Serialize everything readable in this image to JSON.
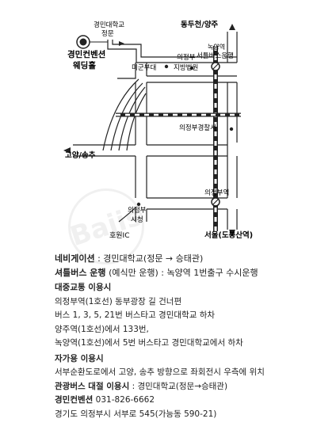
{
  "map": {
    "venue_name_line1": "경민컨벤션",
    "venue_name_line2": "웨딩홀",
    "univ_gate_line1": "경민대학교",
    "univ_gate_line2": "정문",
    "dongducheon": "동두천/양주",
    "nogyang_line1": "녹양역",
    "nogyang_line2": "서틀버스운행",
    "court_line1": "의정부",
    "court_line2": "지방법원",
    "army": "미군부대",
    "police": "의정부경찰서",
    "goyang": "고양/송추",
    "uijeongbu_station": "의정부역",
    "cityhall_line1": "의정부",
    "cityhall_line2": "시청",
    "homewon": "호원IC",
    "seoul": "서울(도봉산역)",
    "watermark": "Bajis"
  },
  "info": {
    "nav_label": "네비게이션",
    "nav_value": " : 경민대학교(정문 → 승태관)",
    "shuttle_label": "셔틀버스 운행",
    "shuttle_value": "(예식만 운행) : 녹양역 1번출구 수시운행",
    "transit_title": "대중교통 이용시",
    "transit_1": "의정부역(1호선) 동부광장 길 건너편",
    "transit_2": "버스 1, 3, 5, 21번 버스타고 경민대학교 하차",
    "transit_3": "양주역(1호선)에서 133번,",
    "transit_4": "녹양역(1호선)에서 5번 버스타고 경민대학교에서 하차",
    "car_title": "자가용 이용시",
    "car_1": "서부순환도로에서 고양, 송추 방향으로 좌회전시 우측에 위치",
    "tour_label": "관광버스 대절 이용시",
    "tour_value": " : 경민대학교(정문→승태관)",
    "venue_label": "경민컨벤션",
    "venue_phone": " 031-826-6662",
    "address": "경기도 의정부시 서부로 545(가능동 590-21)"
  }
}
